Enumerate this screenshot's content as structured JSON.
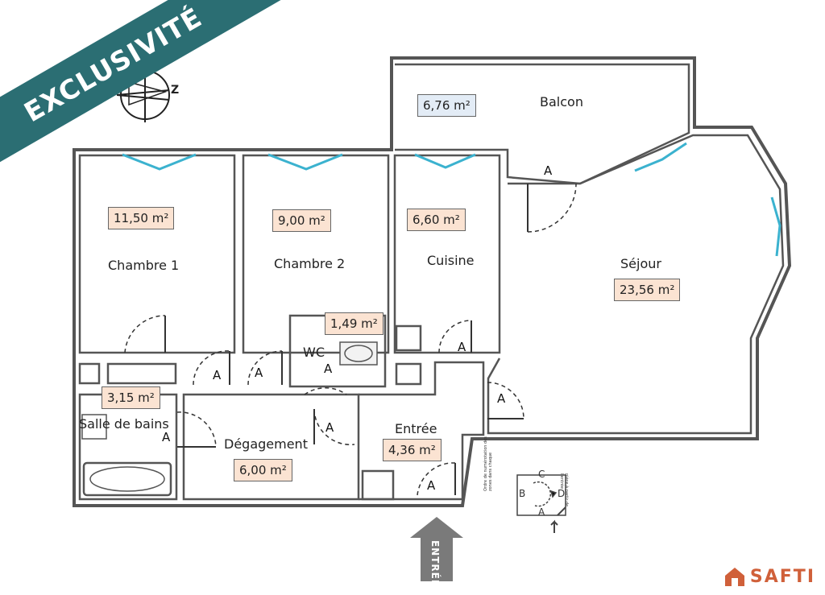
{
  "banner": {
    "text": "EXCLUSIVITÉ",
    "color": "#2b6e73"
  },
  "compass": {
    "letter": "Z"
  },
  "rooms": {
    "balcon": {
      "name": "Balcon",
      "area": "6,76 m²"
    },
    "chambre1": {
      "name": "Chambre 1",
      "area": "11,50 m²"
    },
    "chambre2": {
      "name": "Chambre 2",
      "area": "9,00 m²"
    },
    "cuisine": {
      "name": "Cuisine",
      "area": "6,60 m²"
    },
    "sejour": {
      "name": "Séjour",
      "area": "23,56 m²"
    },
    "wc": {
      "name": "WC",
      "area": "1,49 m²"
    },
    "sdb": {
      "name": "Salle de bains",
      "area": "3,15 m²"
    },
    "degagement": {
      "name": "Dégagement",
      "area": "6,00 m²"
    },
    "entree": {
      "name": "Entrée",
      "area": "4,36 m²"
    }
  },
  "door_letter": "A",
  "entrance_label": "ENTRÉE",
  "legend": {
    "letters": [
      "A",
      "B",
      "C",
      "D"
    ],
    "left_note": "Ordre de numérotation des zones dans chaque",
    "right_note": "pièce à partir de l'entrée"
  },
  "logo": {
    "text": "SAFTI",
    "color": "#d0603a"
  },
  "colors": {
    "area_badge": "#fbe3d2",
    "area_badge_blue": "#e3ecf6",
    "window": "#3bb2cf",
    "wall": "#555555"
  }
}
